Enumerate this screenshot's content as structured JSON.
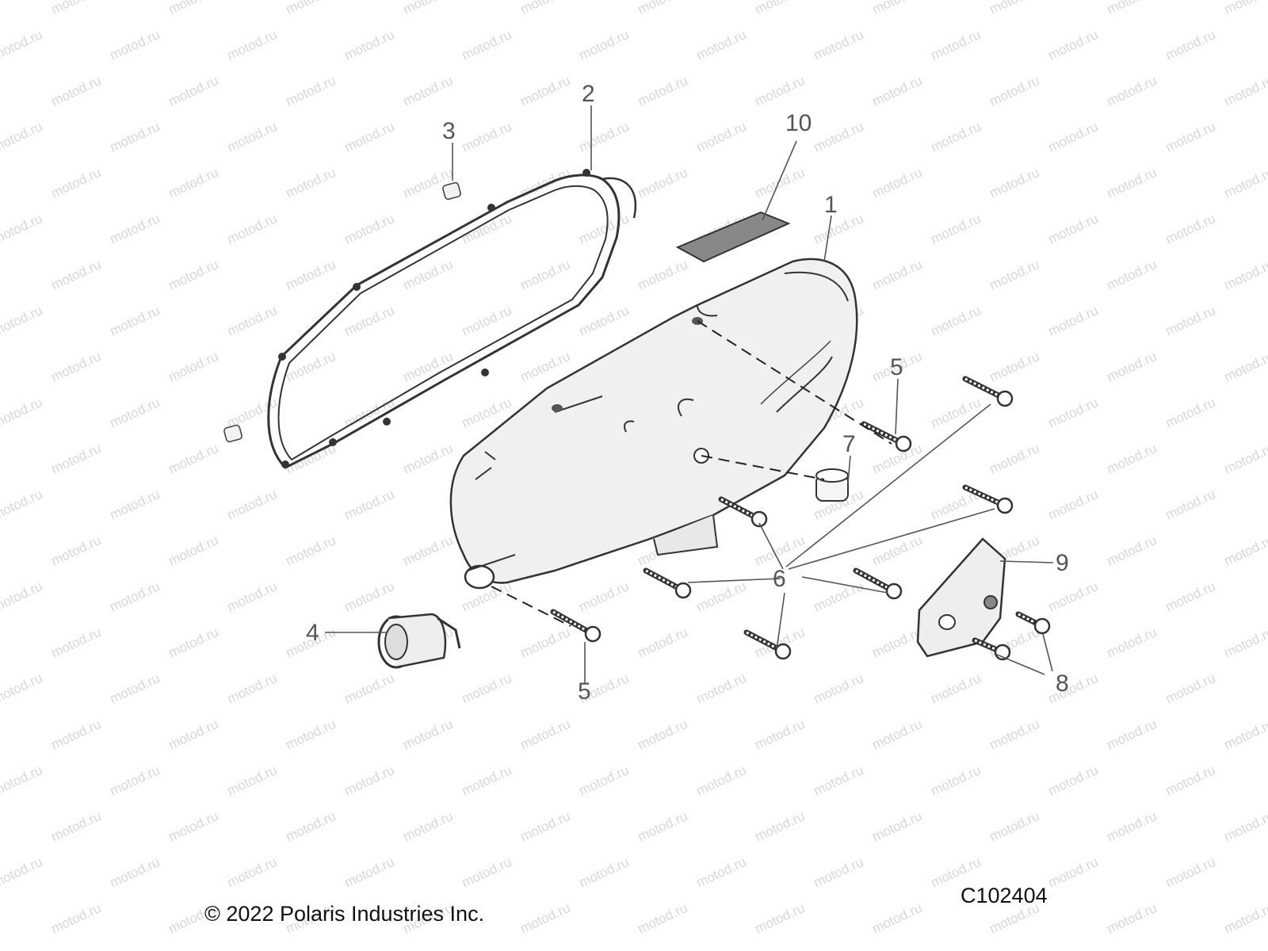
{
  "watermark": "motod.ru",
  "copyright": "© 2022 Polaris Industries Inc.",
  "diagram_id": "C102404",
  "callouts": {
    "c1": "1",
    "c2": "2",
    "c3": "3",
    "c4": "4",
    "c5a": "5",
    "c5b": "5",
    "c6": "6",
    "c7": "7",
    "c8": "8",
    "c9": "9",
    "c10": "10"
  }
}
